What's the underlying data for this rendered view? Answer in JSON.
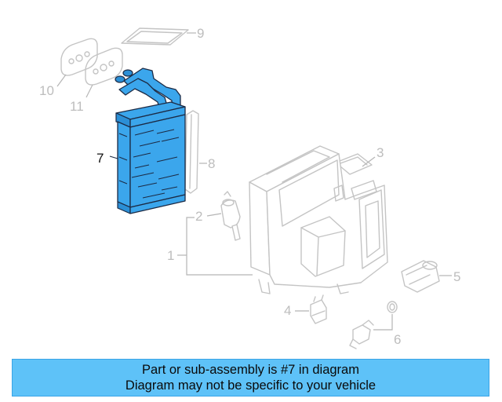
{
  "diagram": {
    "highlighted_part": "7",
    "callouts": [
      "1",
      "2",
      "3",
      "4",
      "5",
      "6",
      "7",
      "8",
      "9",
      "10",
      "11"
    ]
  },
  "banner": {
    "line1": "Part or sub-assembly is #7 in diagram",
    "line2": "Diagram may not be specific to your vehicle"
  },
  "colors": {
    "highlight": "#3ba6ec",
    "banner": "#5ec2f8",
    "ghost": "#c4c4c4"
  }
}
